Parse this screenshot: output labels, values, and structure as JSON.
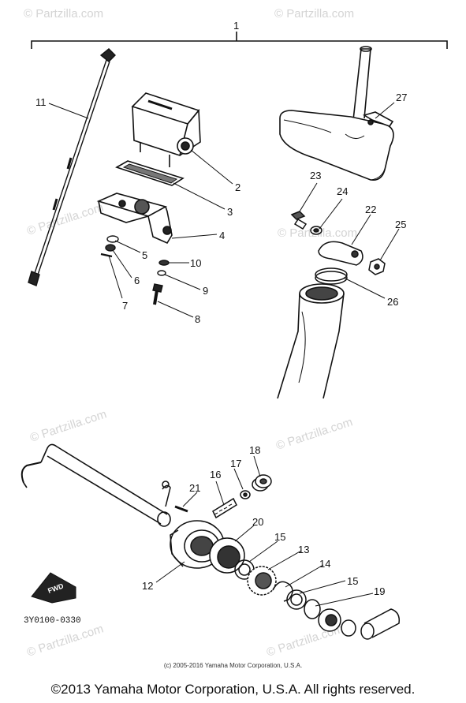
{
  "diagram": {
    "callouts": [
      "1",
      "2",
      "3",
      "4",
      "5",
      "6",
      "7",
      "8",
      "9",
      "10",
      "11",
      "12",
      "13",
      "14",
      "15",
      "15",
      "16",
      "17",
      "18",
      "19",
      "20",
      "21",
      "22",
      "23",
      "24",
      "25",
      "26",
      "27"
    ],
    "part_code": "3Y0100-0330",
    "fwd_label": "FWD",
    "watermark_text": "© Partzilla.com"
  },
  "footer": {
    "small_copyright": "(c) 2005-2016 Yamaha Motor Corporation, U.S.A.",
    "main_copyright": "©2013 Yamaha Motor Corporation, U.S.A. All rights reserved."
  }
}
